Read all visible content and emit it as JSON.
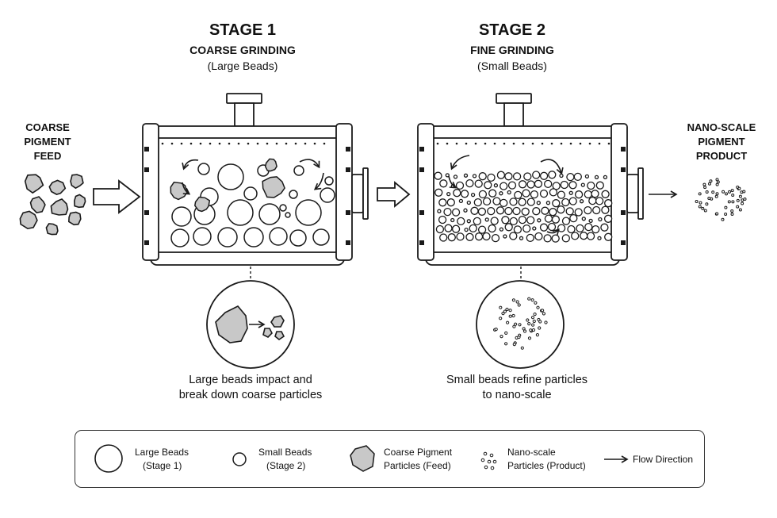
{
  "stage1": {
    "title": "STAGE 1",
    "subtitle": "COARSE GRINDING",
    "bead_note": "(Large Beads)",
    "caption_line1": "Large beads impact and",
    "caption_line2": "break down coarse particles"
  },
  "stage2": {
    "title": "STAGE 2",
    "subtitle": "FINE GRINDING",
    "bead_note": "(Small Beads)",
    "caption_line1": "Small beads refine particles",
    "caption_line2": "to nano-scale"
  },
  "feed": {
    "line1": "COARSE",
    "line2": "PIGMENT",
    "line3": "FEED"
  },
  "product": {
    "line1": "NANO-SCALE",
    "line2": "PIGMENT",
    "line3": "PRODUCT"
  },
  "legend": {
    "large_beads": {
      "line1": "Large Beads",
      "line2": "(Stage 1)"
    },
    "small_beads": {
      "line1": "Small Beads",
      "line2": "(Stage 2)"
    },
    "coarse": {
      "line1": "Coarse Pigment",
      "line2": "Particles (Feed)"
    },
    "nano": {
      "line1": "Nano-scale",
      "line2": "Particles (Product)"
    },
    "flow": {
      "line1": "Flow Direction"
    }
  },
  "colors": {
    "stroke": "#1a1a1a",
    "particle_fill": "#c8c8c8",
    "background": "#ffffff"
  }
}
